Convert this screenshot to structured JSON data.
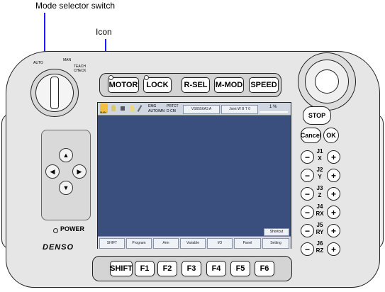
{
  "callouts": {
    "mode_selector": "Mode selector switch",
    "icon": "Icon"
  },
  "mode_switch": {
    "auto": "AUTO",
    "man": "MAN",
    "teach": "TEACH",
    "check": "CHECK"
  },
  "top_keys": [
    "MOTOR",
    "LOCK",
    "R-SEL",
    "M-MOD",
    "SPEED"
  ],
  "screen": {
    "status": {
      "emg": "EMG",
      "auto_mode": "AUTO/MN",
      "protect": "PRTCT",
      "dcm": "D CM",
      "robot": "VS6556A3 A",
      "joint": "Joint W B T 0",
      "speed": "1 %",
      "icon_caption": "MAN"
    },
    "shortcut": "Shortcut",
    "function_bar": [
      "SHIFT",
      "Program",
      "Arm",
      "Variable",
      "I/O",
      "Panel",
      "Setting"
    ]
  },
  "left": {
    "power": "POWER",
    "brand": "DENSO"
  },
  "right": {
    "stop": "STOP",
    "cancel": "Cancel",
    "ok": "OK",
    "jog": [
      {
        "j": "J1",
        "axis": "X"
      },
      {
        "j": "J2",
        "axis": "Y"
      },
      {
        "j": "J3",
        "axis": "Z"
      },
      {
        "j": "J4",
        "axis": "RX"
      },
      {
        "j": "J5",
        "axis": "RY"
      },
      {
        "j": "J6",
        "axis": "RZ"
      }
    ],
    "minus": "−",
    "plus": "+"
  },
  "bottom_keys": [
    "SHIFT",
    "F1",
    "F2",
    "F3",
    "F4",
    "F5",
    "F6"
  ],
  "colors": {
    "arrow": "#1a1aff",
    "screen": "#3a4f7e"
  }
}
